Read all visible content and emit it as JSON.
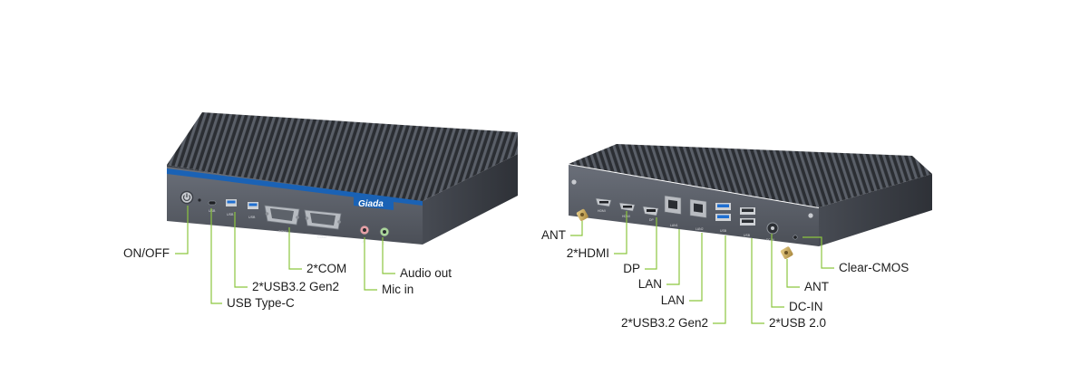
{
  "brand": "Giada",
  "front_view": {
    "labels": {
      "on_off": "ON/OFF",
      "usb_type_c": "USB Type-C",
      "usb32_gen2": "2*USB3.2 Gen2",
      "com": "2*COM",
      "mic_in": "Mic in",
      "audio_out": "Audio out"
    },
    "silkscreen": {
      "usb_c": "USB",
      "usb_a": "USB",
      "usb_b": "USB",
      "com1": "COM1",
      "com2": "COM2"
    }
  },
  "rear_view": {
    "labels": {
      "ant_left": "ANT",
      "hdmi": "2*HDMI",
      "dp": "DP",
      "lan1": "LAN",
      "lan2": "LAN",
      "usb32_gen2": "2*USB3.2 Gen2",
      "usb20": "2*USB 2.0",
      "dc_in": "DC-IN",
      "ant_right": "ANT",
      "clear_cmos": "Clear-CMOS"
    },
    "silkscreen": {
      "hdmi1": "HDMI",
      "hdmi2": "HDMI",
      "dp": "DP",
      "lan1": "LAN1",
      "lan2": "LAN2",
      "usb3": "USB",
      "usb2": "USB",
      "dc": "DC IN"
    }
  },
  "colors": {
    "leader_line": "#8cc63f",
    "chassis_front": "#585d67",
    "chassis_side": "#3f434b",
    "fins": "#2f3238",
    "accent_stripe": "#1a62b5",
    "usb3_blue": "#1f6fd1",
    "label_text": "#1d1d1d"
  }
}
